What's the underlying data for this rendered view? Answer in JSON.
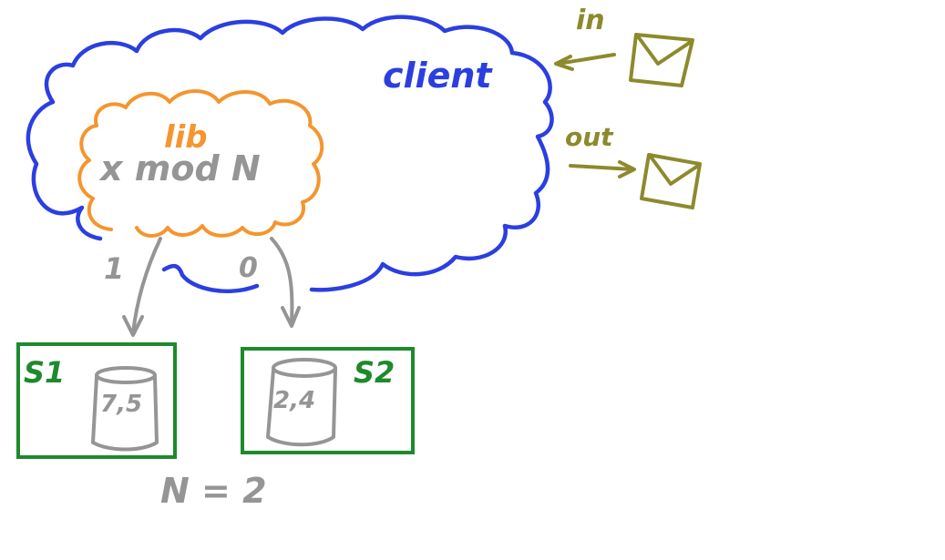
{
  "client": {
    "label": "client",
    "color": "#2b3fe0"
  },
  "lib": {
    "label": "lib",
    "expression": "x mod N",
    "color": "#f5952e"
  },
  "edges": [
    {
      "label": "1",
      "target": "S1"
    },
    {
      "label": "0",
      "target": "S2"
    }
  ],
  "servers": [
    {
      "name": "S1",
      "values": "7,5"
    },
    {
      "name": "S2",
      "values": "2,4"
    }
  ],
  "formula": "N = 2",
  "messages": {
    "in_label": "in",
    "out_label": "out"
  },
  "colors": {
    "client": "#2b3fe0",
    "lib": "#f5952e",
    "server_box": "#1d8a2c",
    "gray": "#959595",
    "envelope": "#8c8a2c"
  },
  "icons": [
    "envelope-icon",
    "database-cylinder-icon",
    "arrow-icon"
  ]
}
